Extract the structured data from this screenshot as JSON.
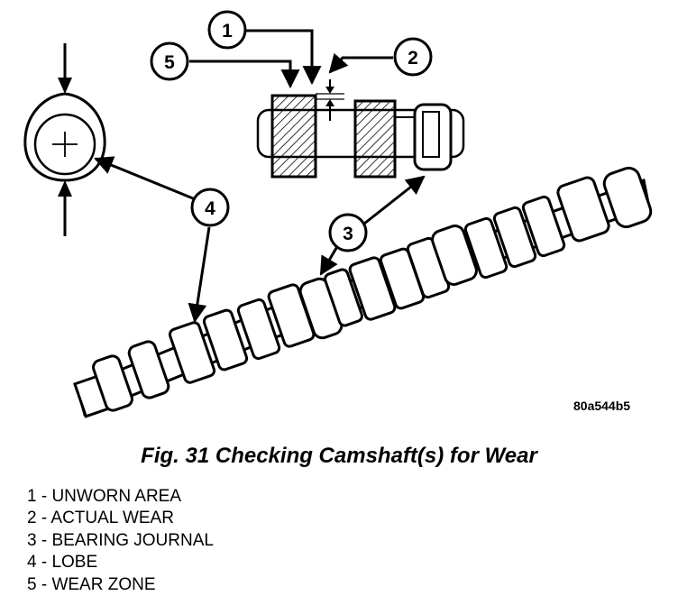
{
  "figure": {
    "code": "80a544b5",
    "caption": "Fig. 31 Checking Camshaft(s) for Wear"
  },
  "callouts": [
    {
      "number": "1",
      "label": "UNWORN AREA",
      "line": "1 - UNWORN AREA"
    },
    {
      "number": "2",
      "label": "ACTUAL WEAR",
      "line": "2 - ACTUAL WEAR"
    },
    {
      "number": "3",
      "label": "BEARING JOURNAL",
      "line": "3 - BEARING JOURNAL"
    },
    {
      "number": "4",
      "label": "LOBE",
      "line": "4 - LOBE"
    },
    {
      "number": "5",
      "label": "WEAR ZONE",
      "line": "5 - WEAR ZONE"
    }
  ]
}
